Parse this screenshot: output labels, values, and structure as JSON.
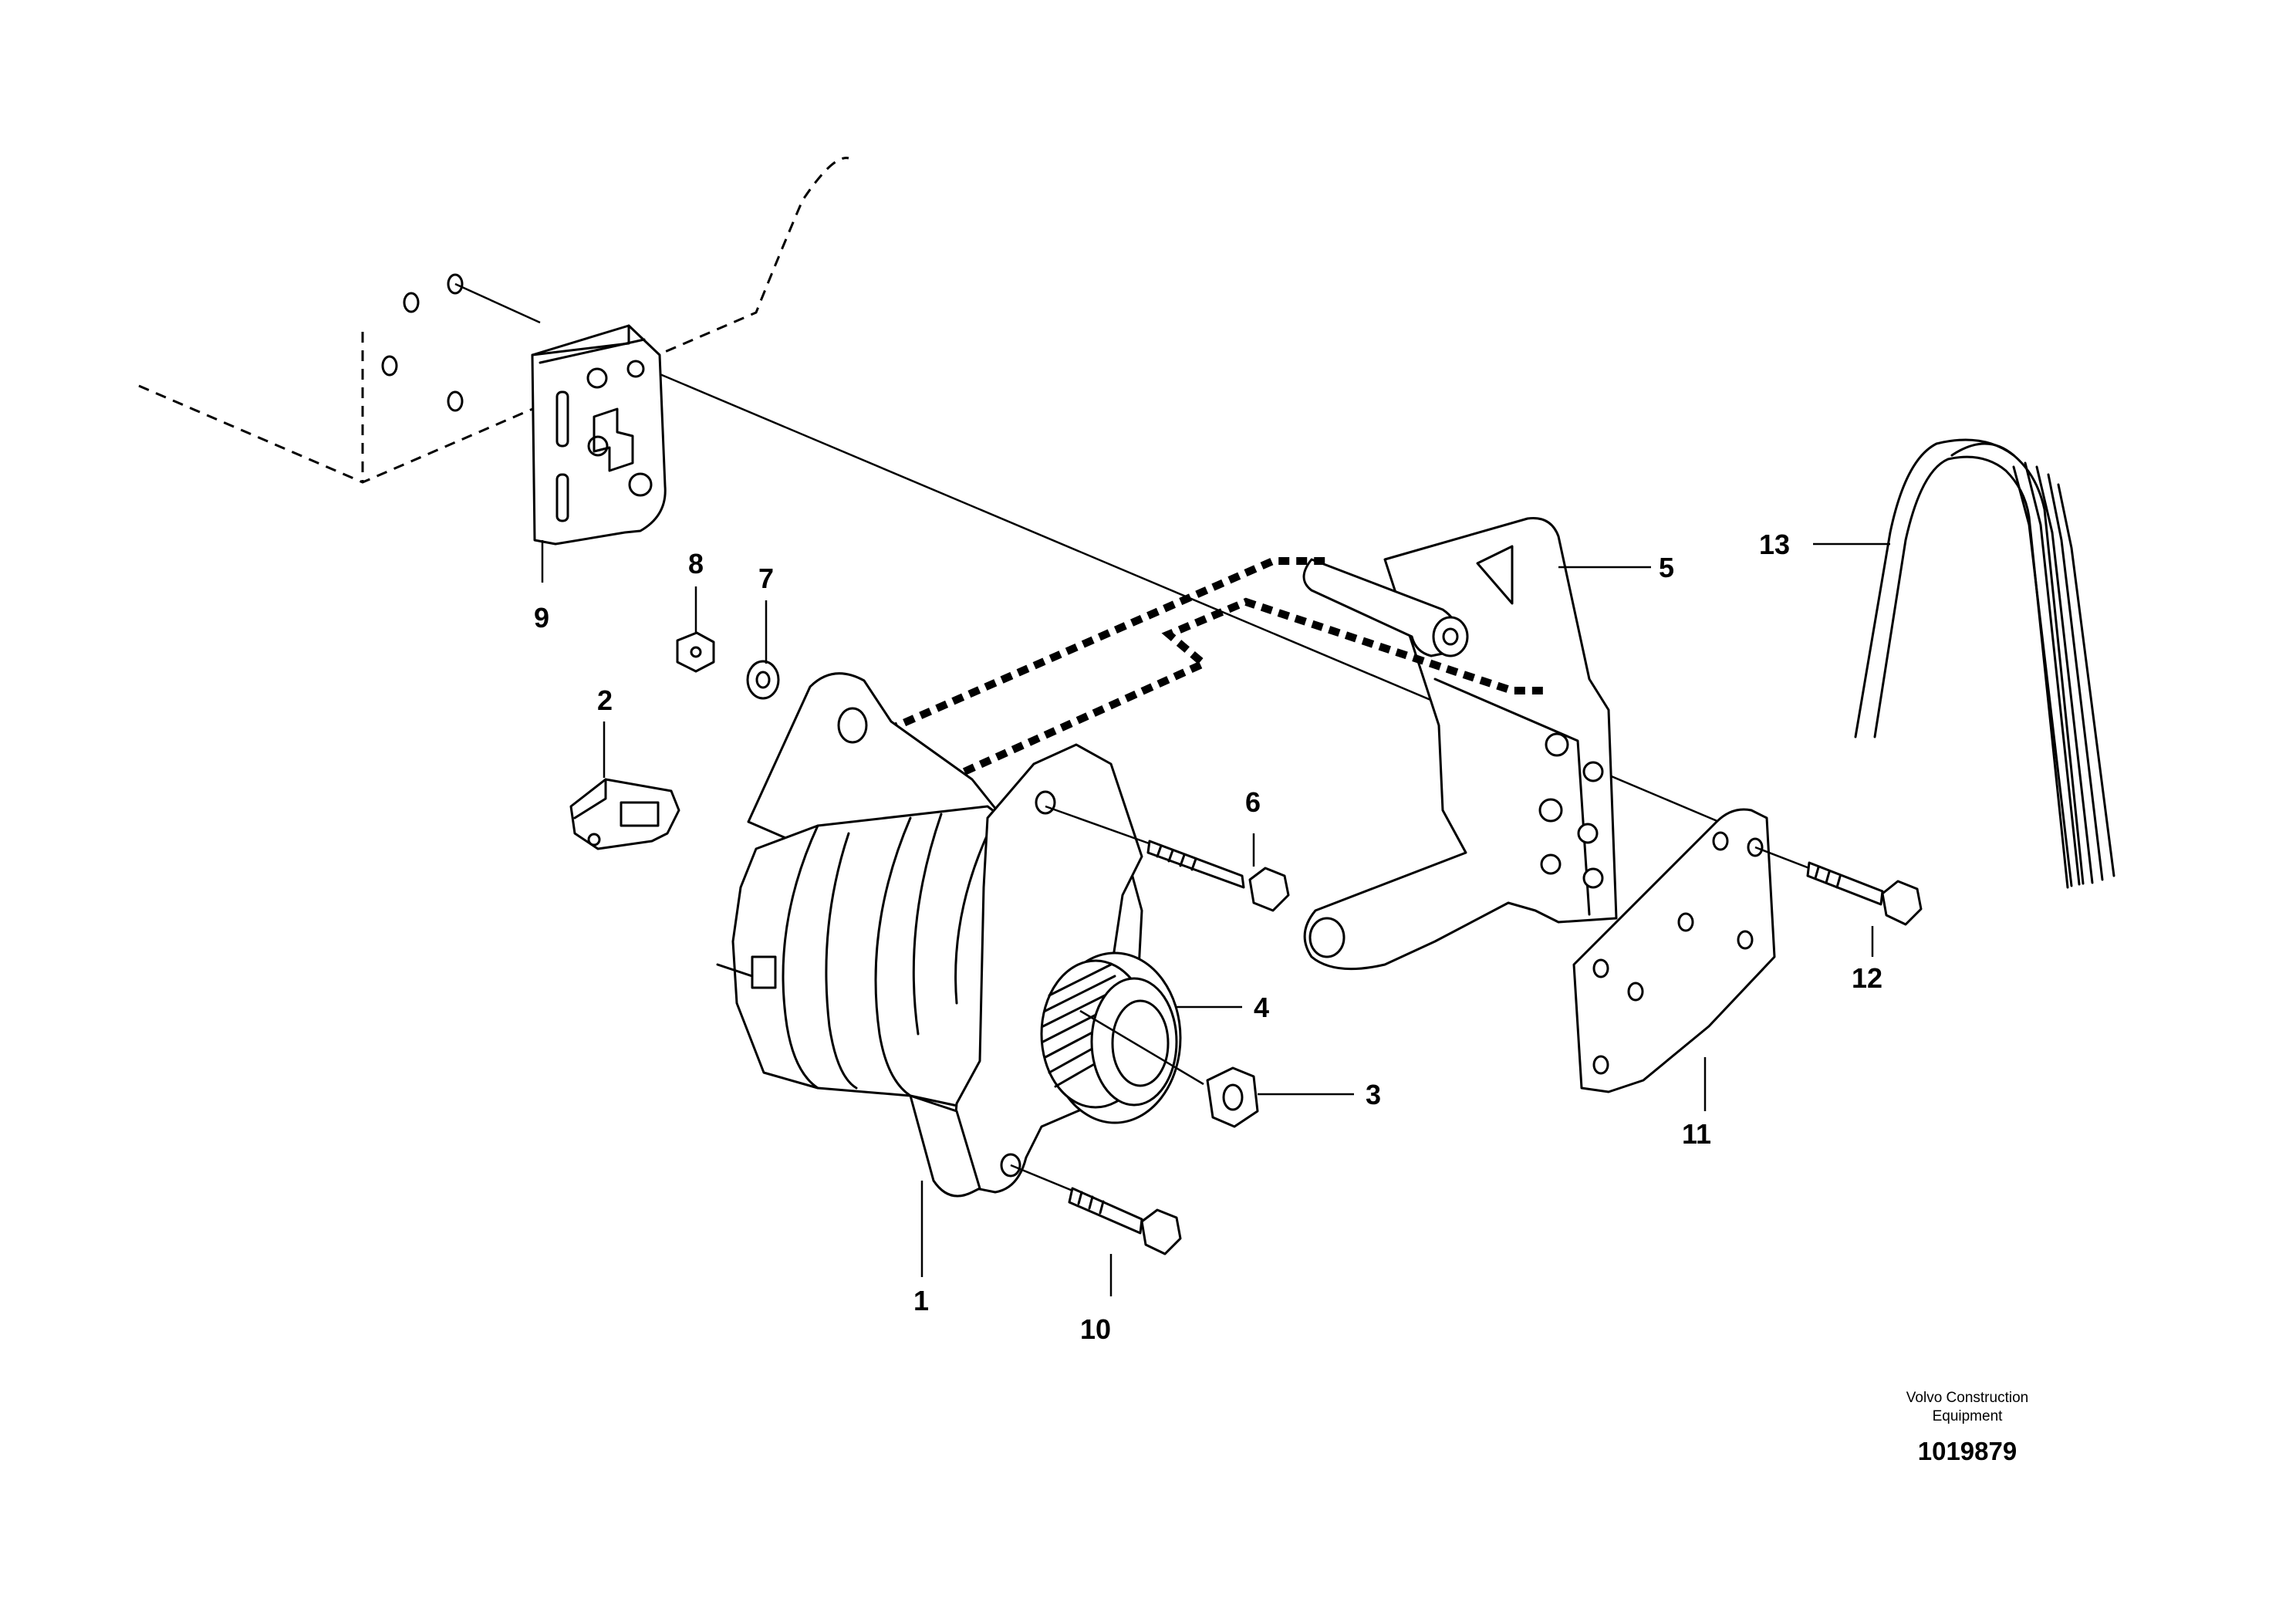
{
  "callouts": {
    "c1": "1",
    "c2": "2",
    "c3": "3",
    "c4": "4",
    "c5": "5",
    "c6": "6",
    "c7": "7",
    "c8": "8",
    "c9": "9",
    "c10": "10",
    "c11": "11",
    "c12": "12",
    "c13": "13"
  },
  "footer": {
    "brand_line1": "Volvo Construction",
    "brand_line2": "Equipment",
    "drawing_number": "1019879"
  }
}
